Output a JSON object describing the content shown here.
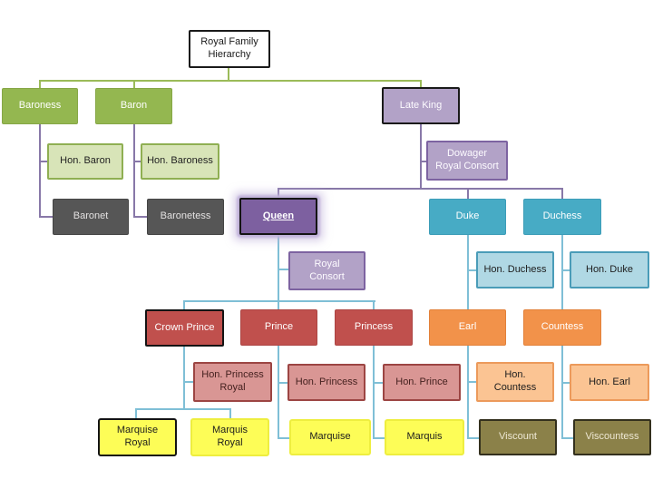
{
  "diagram": {
    "title": "Royal Family Hierarchy",
    "selected_node": "Queen",
    "nodes": {
      "root": {
        "label": "Royal Family\nHierarchy"
      },
      "baroness": {
        "label": "Baroness"
      },
      "baron": {
        "label": "Baron"
      },
      "late_king": {
        "label": "Late King"
      },
      "hon_baron": {
        "label": "Hon. Baron"
      },
      "hon_baroness": {
        "label": "Hon. Baroness"
      },
      "dowager_royal_consort": {
        "label": "Dowager\nRoyal Consort"
      },
      "baronet": {
        "label": "Baronet"
      },
      "baronetess": {
        "label": "Baronetess"
      },
      "queen": {
        "label": "Queen"
      },
      "duke": {
        "label": "Duke"
      },
      "duchess": {
        "label": "Duchess"
      },
      "royal_consort": {
        "label": "Royal\nConsort"
      },
      "hon_duchess": {
        "label": "Hon. Duchess"
      },
      "hon_duke": {
        "label": "Hon. Duke"
      },
      "crown_prince": {
        "label": "Crown Prince"
      },
      "prince": {
        "label": "Prince"
      },
      "princess": {
        "label": "Princess"
      },
      "earl": {
        "label": "Earl"
      },
      "countess": {
        "label": "Countess"
      },
      "hon_princess_royal": {
        "label": "Hon. Princess\nRoyal"
      },
      "hon_princess": {
        "label": "Hon. Princess"
      },
      "hon_prince": {
        "label": "Hon. Prince"
      },
      "hon_countess": {
        "label": "Hon.\nCountess"
      },
      "hon_earl": {
        "label": "Hon. Earl"
      },
      "marquise_royal": {
        "label": "Marquise\nRoyal"
      },
      "marquis_royal": {
        "label": "Marquis\nRoyal"
      },
      "marquise": {
        "label": "Marquise"
      },
      "marquis": {
        "label": "Marquis"
      },
      "viscount": {
        "label": "Viscount"
      },
      "viscountess": {
        "label": "Viscountess"
      }
    },
    "colors": {
      "green": "#94b750",
      "light_green": "#d8e4b8",
      "dark_gray": "#565656",
      "lavender": "#b2a2c7",
      "purple_selected": "#7d60a0",
      "teal": "#47abc5",
      "light_blue": "#b0d8e4",
      "red": "#c0504d",
      "pink": "#d99694",
      "orange": "#f2924a",
      "light_orange": "#fbc493",
      "yellow": "#fdfd57",
      "olive": "#8b8149",
      "connector_green": "#9bbb59",
      "connector_purple": "#8878a8",
      "connector_teal": "#7fbfd6"
    }
  }
}
